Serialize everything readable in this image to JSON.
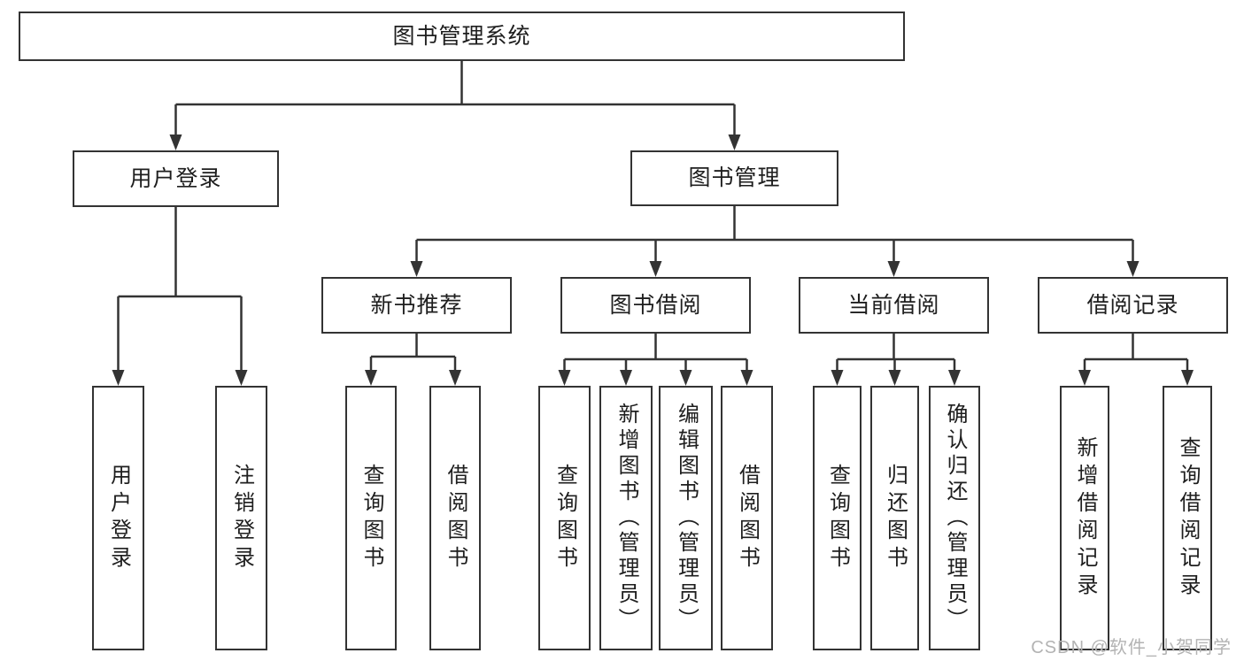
{
  "diagram": {
    "root": {
      "label": "图书管理系统",
      "children": [
        {
          "label": "用户登录",
          "children": [
            {
              "label": "用户登录"
            },
            {
              "label": "注销登录"
            }
          ]
        },
        {
          "label": "图书管理",
          "children": [
            {
              "label": "新书推荐",
              "children": [
                {
                  "label": "查询图书"
                },
                {
                  "label": "借阅图书"
                }
              ]
            },
            {
              "label": "图书借阅",
              "children": [
                {
                  "label": "查询图书"
                },
                {
                  "label": "新增图书（管理员）"
                },
                {
                  "label": "编辑图书（管理员）"
                },
                {
                  "label": "借阅图书"
                }
              ]
            },
            {
              "label": "当前借阅",
              "children": [
                {
                  "label": "查询图书"
                },
                {
                  "label": "归还图书"
                },
                {
                  "label": "确认归还（管理员）"
                }
              ]
            },
            {
              "label": "借阅记录",
              "children": [
                {
                  "label": "新增借阅记录"
                },
                {
                  "label": "查询借阅记录"
                }
              ]
            }
          ]
        }
      ]
    }
  },
  "watermark": {
    "label": "CSDN @软件_小贺同学"
  },
  "colors": {
    "line": "#333333",
    "border": "#333333",
    "box_background": "#ffffff",
    "text": "#1e1e1e",
    "watermark": "#b3b3b3"
  }
}
